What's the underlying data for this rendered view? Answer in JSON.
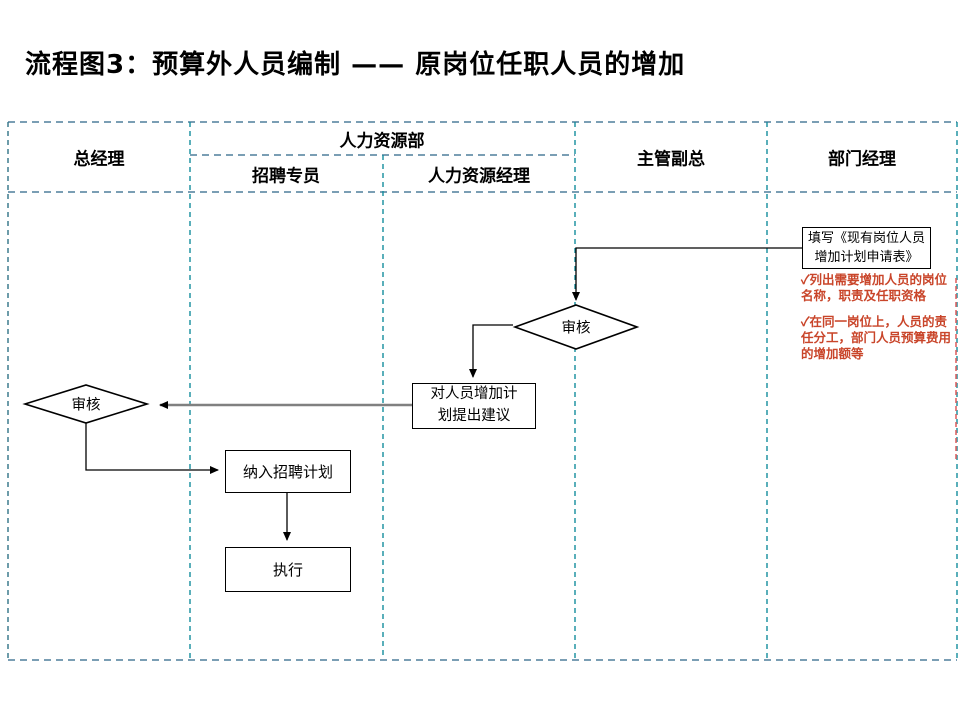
{
  "title": "流程图3：预算外人员编制 —— 原岗位任职人员的增加",
  "lanes": {
    "general_manager": "总经理",
    "hr_department": "人力资源部",
    "recruiting_specialist": "招聘专员",
    "hr_manager": "人力资源经理",
    "deputy_general_manager": "主管副总",
    "department_manager": "部门经理"
  },
  "nodes": {
    "fill_form": "填写《现有岗位人员增加计划申请表》",
    "review_deputy": "审核",
    "suggest": "对人员增加计划提出建议",
    "review_gm": "审核",
    "recruit_plan": "纳入招聘计划",
    "execute": "执行"
  },
  "annotations": {
    "note1": "✓列出需要增加人员的岗位名称，职责及任职资格",
    "note2": "✓在同一岗位上，人员的责任分工，部门人员预算费用的增加额等"
  },
  "colors": {
    "grid_vertical": "#138d9d",
    "grid_horizontal": "#4e7f9b",
    "annotation_text": "#c9452a",
    "annotation_border": "#e06666",
    "connector_gray": "#808080",
    "shape_stroke": "#000000"
  }
}
